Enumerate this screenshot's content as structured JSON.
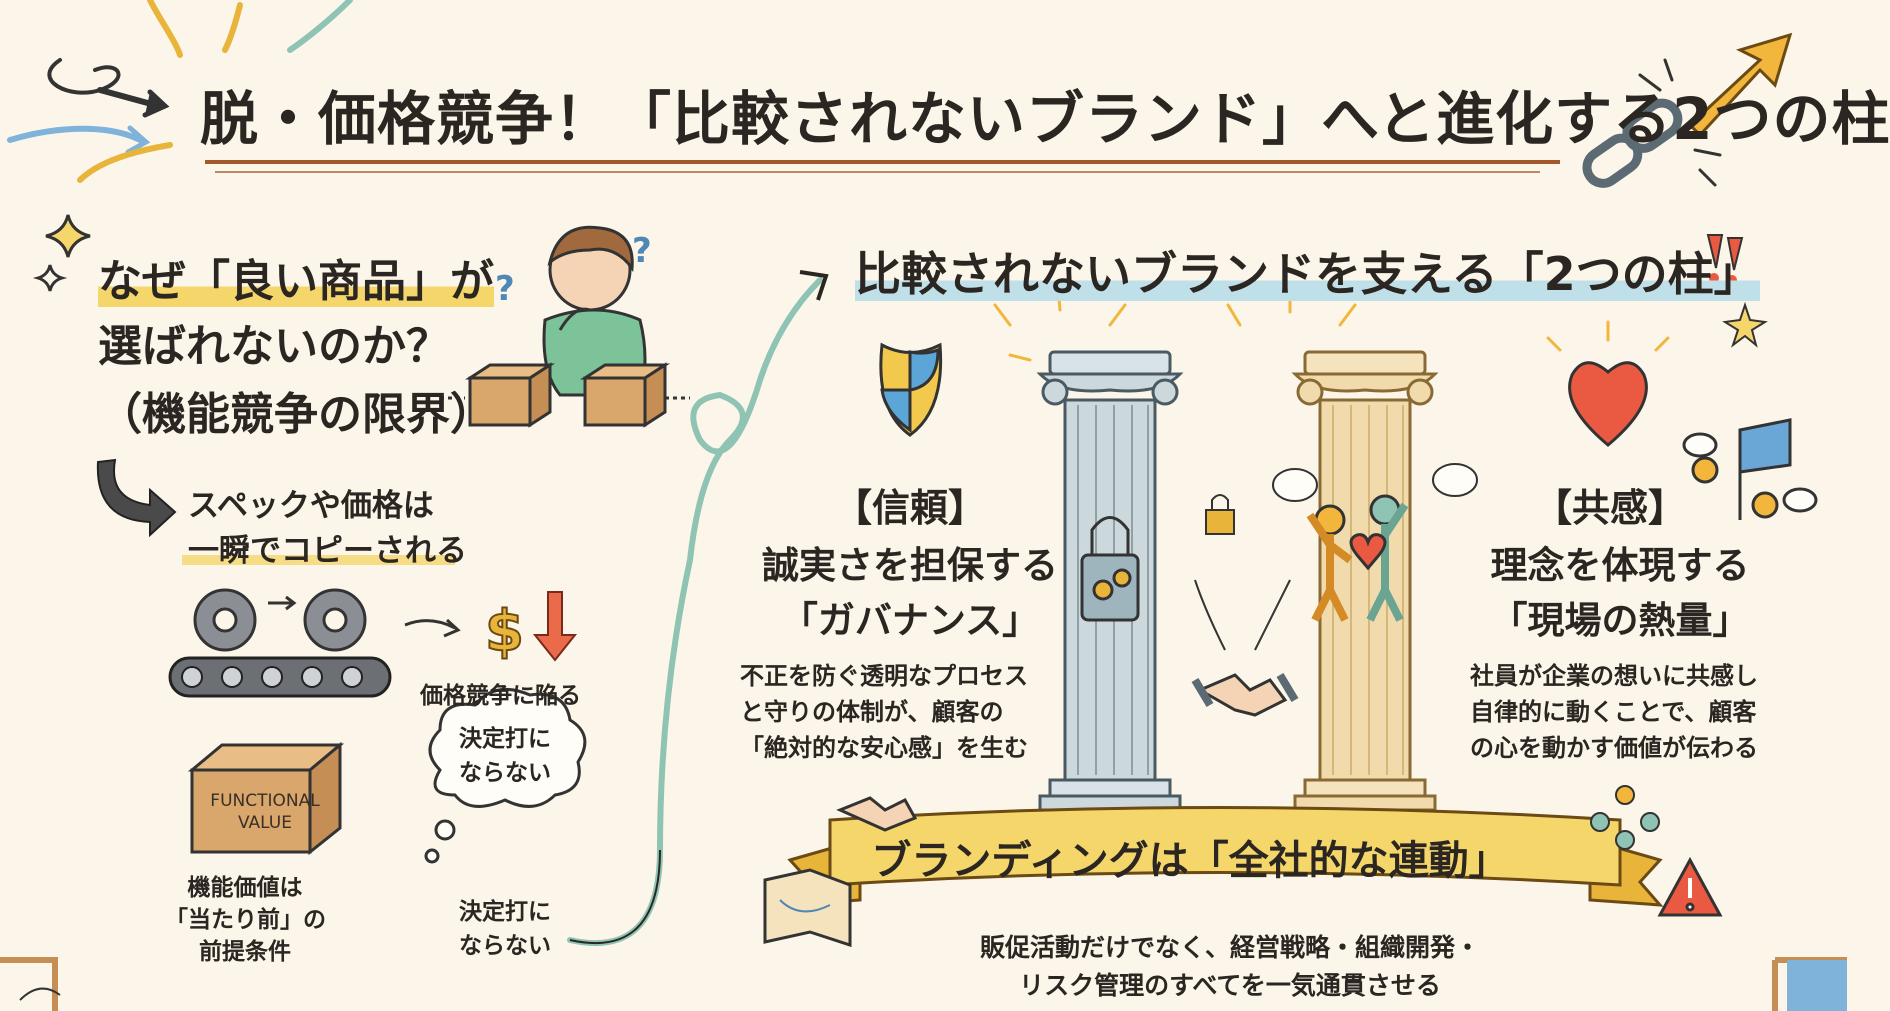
{
  "title": "脱・価格競争！「比較されないブランド」へと進化する2つの柱",
  "question": {
    "line1": "なぜ「良い商品」が",
    "line2": "選ばれないのか？",
    "line3": "（機能競争の限界）"
  },
  "spec": {
    "line1": "スペックや価格は",
    "line2": "一瞬でコピーされる"
  },
  "price_war": "価格競争に陥る",
  "box_label": [
    "FUNCTIONAL",
    "VALUE"
  ],
  "functional_note": [
    "機能価値は",
    "「当たり前」の",
    "前提条件"
  ],
  "cloud_text": [
    "決定打に",
    "ならない"
  ],
  "second_note": [
    "決定打に",
    "ならない"
  ],
  "pillars_title": "比較されないブランドを支える「2つの柱」",
  "trust": {
    "heading": "【信頼】",
    "sub1": "誠実さを担保する",
    "sub2": "「ガバナンス」",
    "body": [
      "不正を防ぐ透明なプロセス",
      "と守りの体制が、顧客の",
      "「絶対的な安心感」を生む"
    ]
  },
  "empathy": {
    "heading": "【共感】",
    "sub1": "理念を体現する",
    "sub2": "「現場の熱量」",
    "body": [
      "社員が企業の想いに共感し",
      "自律的に動くことで、顧客",
      "の心を動かす価値が伝わる"
    ]
  },
  "banner": "ブランディングは「全社的な連動」",
  "footer": [
    "販促活動だけでなく、経営戦略・組織開発・",
    "リスク管理のすべてを一気通貫させる"
  ],
  "colors": {
    "background": "#fbf6e9",
    "ink": "#2b2622",
    "accent_yellow": "#f5d66b",
    "accent_blue": "#bfe0e8",
    "teal_arrow": "#8fc4b4",
    "heart_red": "#ea5a43",
    "pillar_blue": "#cdd8dc",
    "pillar_gold": "#f1dbac"
  }
}
